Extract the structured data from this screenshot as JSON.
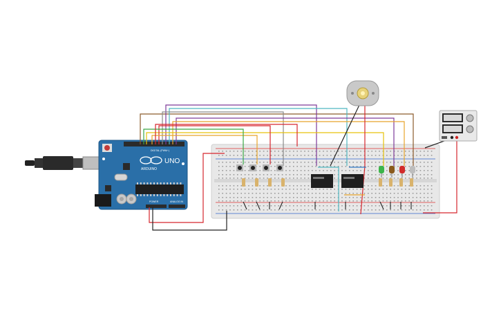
{
  "board": {
    "logo_text": "UNO",
    "brand_text": "ARDUINO",
    "digital_label": "DIGITAL (PWM~)",
    "power_label": "POWER",
    "analog_label": "ANALOG IN",
    "colors": {
      "pcb": "#2a6fa8",
      "pcb_dark": "#1c5486",
      "header": "#2b2b2b"
    }
  },
  "breadboard": {
    "colors": {
      "body": "#e9e9e9",
      "rail_red": "#d33",
      "rail_blue": "#36c"
    }
  },
  "motor": {
    "name": "dc-motor"
  },
  "power_supply": {
    "name": "power-supply"
  },
  "leds": [
    {
      "name": "led-green",
      "color": "#3cb54a"
    },
    {
      "name": "led-orange",
      "color": "#8a5a1c"
    },
    {
      "name": "led-red",
      "color": "#d22b2b"
    },
    {
      "name": "led-white",
      "color": "#bdbdbd"
    }
  ],
  "wires": {
    "colors": {
      "green": "#3aa845",
      "orange": "#e8a52b",
      "red": "#d6262d",
      "purple": "#7d3a99",
      "teal": "#4fb7c0",
      "brown": "#8b5a2b",
      "gray": "#8a8a8a",
      "yellow": "#e6c20a",
      "black": "#222222",
      "blue": "#2f78c4"
    }
  }
}
